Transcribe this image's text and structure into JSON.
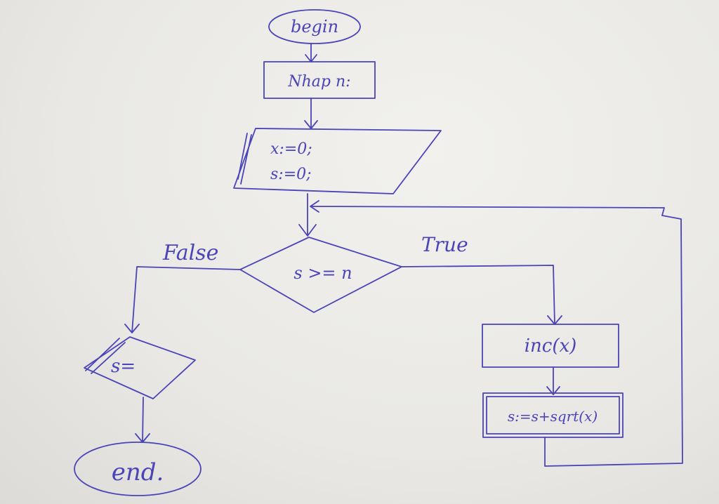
{
  "colors": {
    "ink": "#4a44b8",
    "paper": "#ecebe8"
  },
  "nodes": {
    "begin": "begin",
    "input": "Nhap n:",
    "init_x": "x:=0;",
    "init_s": "s:=0;",
    "condition": "s >= n",
    "inc": "inc(x)",
    "update": "s:=s+sqrt(x)",
    "output": "s=",
    "end": "end."
  },
  "edges": {
    "false_label": "False",
    "true_label": "True"
  }
}
